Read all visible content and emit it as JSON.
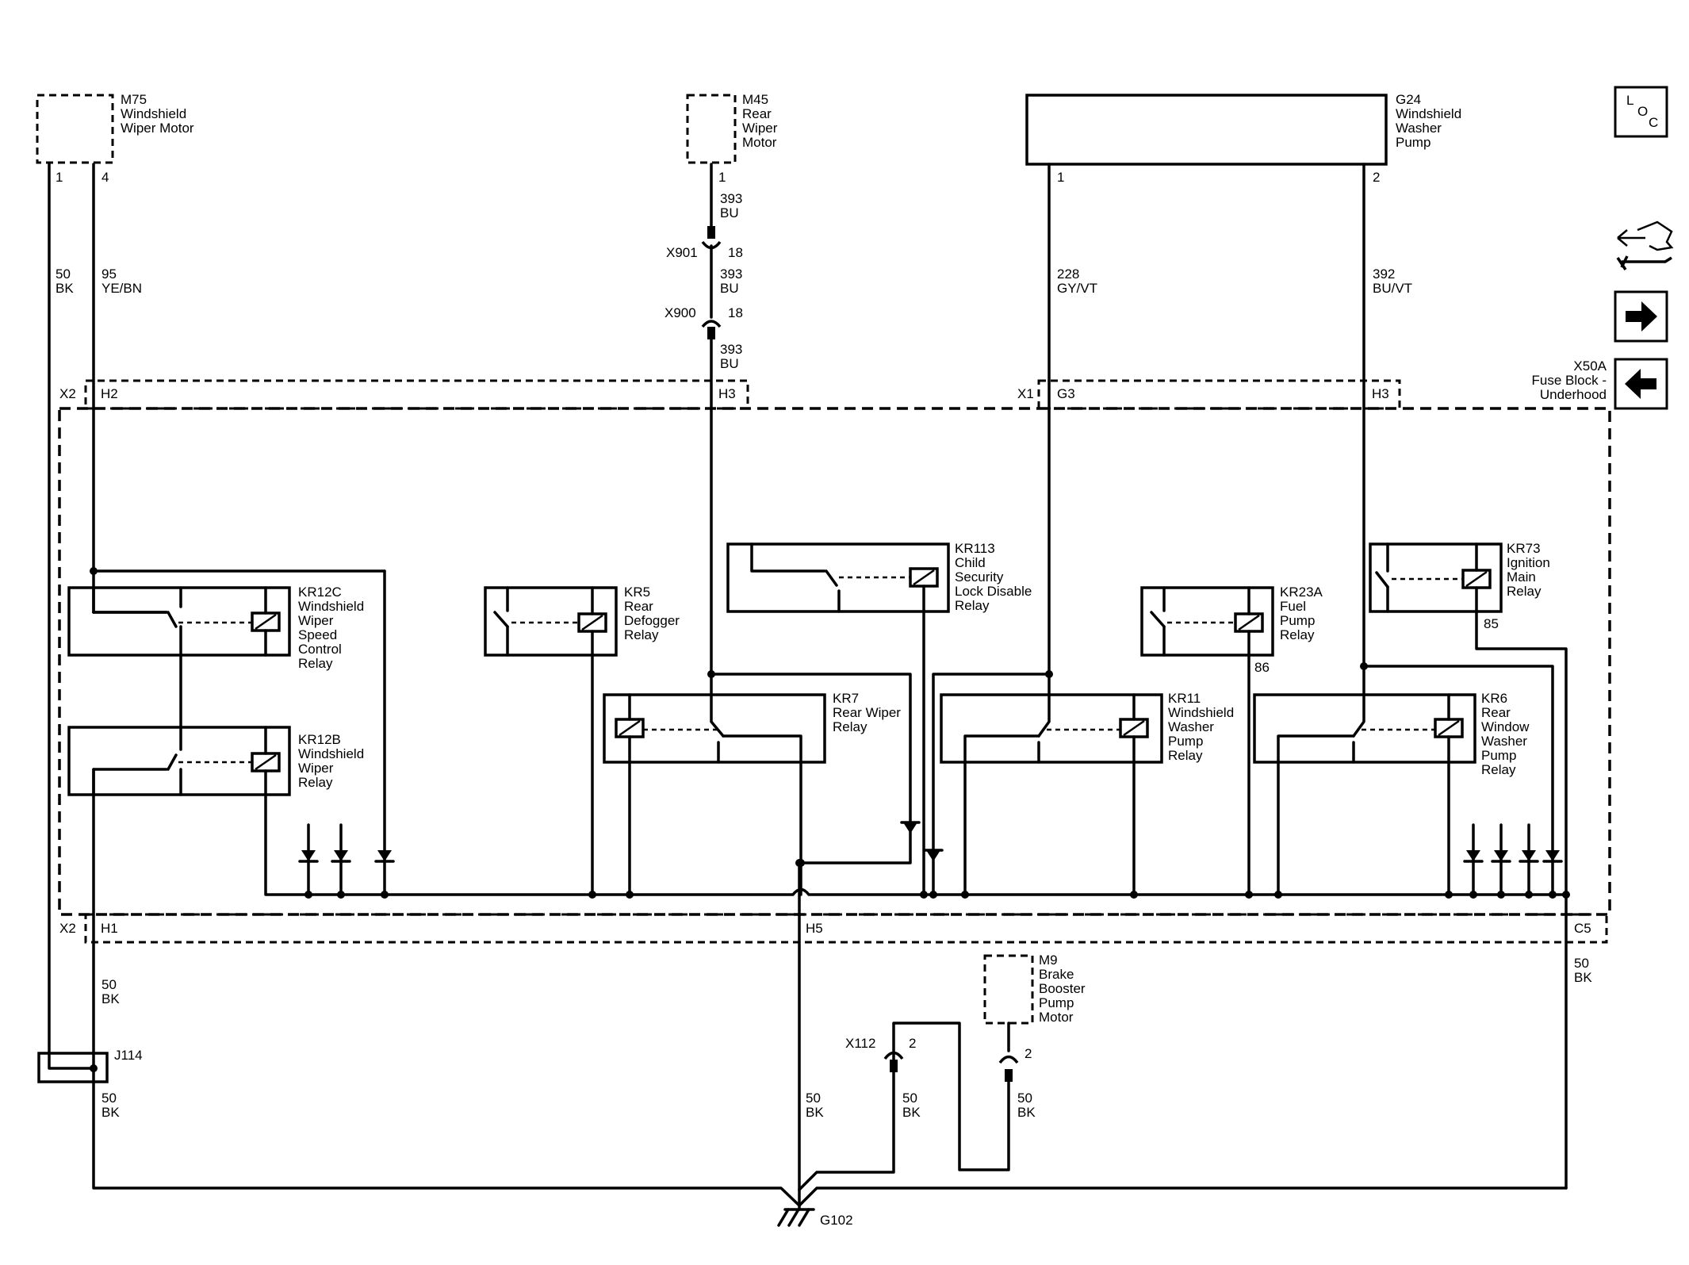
{
  "components": {
    "m75": {
      "id": "M75",
      "name": [
        "Windshield",
        "Wiper Motor"
      ],
      "pin1": "1",
      "pin4": "4"
    },
    "m45": {
      "id": "M45",
      "name": [
        "Rear",
        "Wiper",
        "Motor"
      ],
      "pin1": "1"
    },
    "g24": {
      "id": "G24",
      "name": [
        "Windshield",
        "Washer",
        "Pump"
      ],
      "pin1": "1",
      "pin2": "2"
    },
    "m9": {
      "id": "M9",
      "name": [
        "Brake",
        "Booster",
        "Pump",
        "Motor"
      ],
      "pin2": "2"
    },
    "j114": {
      "id": "J114"
    },
    "g102": {
      "id": "G102"
    },
    "x50a": {
      "id": "X50A",
      "name": [
        "Fuse Block -",
        "Underhood"
      ]
    }
  },
  "relays": {
    "kr12c": {
      "id": "KR12C",
      "name": [
        "Windshield",
        "Wiper",
        "Speed",
        "Control",
        "Relay"
      ]
    },
    "kr12b": {
      "id": "KR12B",
      "name": [
        "Windshield",
        "Wiper",
        "Relay"
      ]
    },
    "kr5": {
      "id": "KR5",
      "name": [
        "Rear",
        "Defogger",
        "Relay"
      ]
    },
    "kr7": {
      "id": "KR7",
      "name": [
        "Rear Wiper",
        "Relay"
      ]
    },
    "kr113": {
      "id": "KR113",
      "name": [
        "Child",
        "Security",
        "Lock Disable",
        "Relay"
      ]
    },
    "kr23a": {
      "id": "KR23A",
      "name": [
        "Fuel",
        "Pump",
        "Relay"
      ],
      "pin86": "86"
    },
    "kr11": {
      "id": "KR11",
      "name": [
        "Windshield",
        "Washer",
        "Pump",
        "Relay"
      ]
    },
    "kr73": {
      "id": "KR73",
      "name": [
        "Ignition",
        "Main",
        "Relay"
      ],
      "pin85": "85"
    },
    "kr6": {
      "id": "KR6",
      "name": [
        "Rear",
        "Window",
        "Washer",
        "Pump",
        "Relay"
      ]
    }
  },
  "wires": {
    "w50_left": [
      "50",
      "BK"
    ],
    "w95": [
      "95",
      "YE/BN"
    ],
    "w393_a": [
      "393",
      "BU"
    ],
    "w393_b": [
      "393",
      "BU"
    ],
    "w393_c": [
      "393",
      "BU"
    ],
    "w228": [
      "228",
      "GY/VT"
    ],
    "w392": [
      "392",
      "BU/VT"
    ],
    "w50_h1": [
      "50",
      "BK"
    ],
    "w50_j114": [
      "50",
      "BK"
    ],
    "w50_h5": [
      "50",
      "BK"
    ],
    "w50_x112": [
      "50",
      "BK"
    ],
    "w50_m9": [
      "50",
      "BK"
    ],
    "w50_c5": [
      "50",
      "BK"
    ]
  },
  "connectors": {
    "x901": {
      "id": "X901",
      "pin": "18"
    },
    "x900": {
      "id": "X900",
      "pin": "18"
    },
    "x112": {
      "id": "X112",
      "pin": "2"
    },
    "x2_top": {
      "id": "X2",
      "pin": "H2"
    },
    "h3_top": "H3",
    "x1": {
      "id": "X1",
      "pin": "G3"
    },
    "h3_right": "H3",
    "x2_bottom": {
      "id": "X2",
      "pin": "H1"
    },
    "h5": "H5",
    "c5": "C5"
  },
  "nav": {
    "loc_icon": {
      "l": "L",
      "o": "O",
      "c": "C"
    },
    "right_arrow_icon": "next",
    "left_arrow_icon": "previous",
    "tools_icon": "connector-tools"
  }
}
